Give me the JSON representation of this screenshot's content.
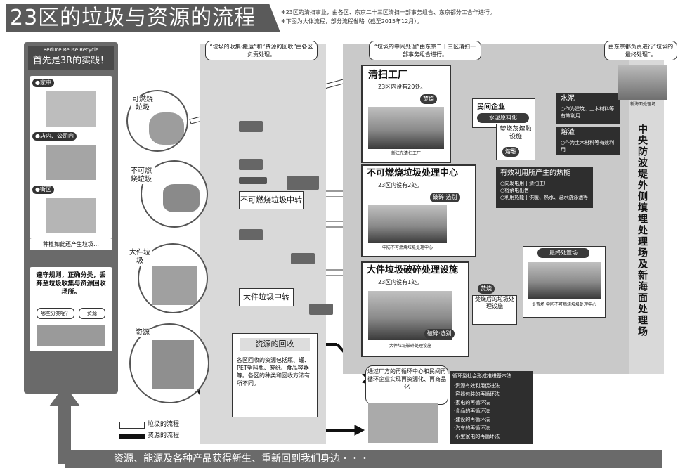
{
  "header": {
    "title": "23区的垃圾与资源的流程",
    "notes": [
      "※23区的清扫事业，由各区、东京二十三区清扫一部事务组合、东京都分工合作进行。",
      "※下图为大体流程，部分流程省略（截至2015年12月）。"
    ]
  },
  "callouts": {
    "collect": "“垃圾的收集·搬运”和“资源的回收”由各区负责处理。",
    "intermediate": "“垃圾的中间处理”由东京二十三区清扫一部事务组合进行。",
    "landfill": "由东京都负责进行“垃圾的最终处理”。"
  },
  "left_column": {
    "header_small": "Reduce Reuse Recycle",
    "header_big": "首先是3R的实践！",
    "tags": [
      "●家中",
      "●店内、公司内",
      "●街区"
    ],
    "question": "种植如此还产生垃圾…",
    "rules": "遵守规则，正确分类，丢弃至垃圾收集与资源回收场所。",
    "bubble_left": "哪些分类呢？",
    "bubble_right": "资源"
  },
  "sources": {
    "burnable": "可燃烧垃圾",
    "nonburnable": "不可燃烧垃圾",
    "bulky": "大件垃圾",
    "resource": "资源"
  },
  "relays": {
    "nonburnable": "不可燃烧垃圾中转",
    "bulky": "大件垃圾中转",
    "resource_title": "资源的回收",
    "resource_text": "各区回收的资源包括瓶、罐、PET塑料瓶、废纸、食品容器等。各区的种类和回收方法有所不同。"
  },
  "facilities": {
    "incinerator": {
      "title": "清扫工厂",
      "sub": "23区内设有20处。",
      "caption": "新江东清扫工厂",
      "pill": "焚烧"
    },
    "nonburn_center": {
      "title": "不可燃烧垃圾处理中心",
      "sub": "23区内设有2处。",
      "caption": "中防不可燃烧垃圾处理中心",
      "pill": "破碎·选别"
    },
    "bulky_center": {
      "title": "大件垃圾破碎处理设施",
      "sub": "23区内设有1处。",
      "caption": "大件垃圾破碎处理设施",
      "pill": "破碎·选别"
    }
  },
  "processing": {
    "private": "民间企业",
    "cement_pill": "水泥原料化",
    "cement_title": "水泥",
    "cement_text": "○作为建筑、土木材料等有效利用",
    "melt_title": "焚烧灰熔融设施",
    "melt_pill": "熔融",
    "slag_title": "熔渣",
    "slag_text": "○作为土木材料等有效利用",
    "heat_title": "有效利用所产生的热能",
    "heat_lines": [
      "○向发电用于清扫工厂",
      "○将余电出售",
      "○利用热能于供暖、热水、温水游泳池等"
    ],
    "landfill_site": "新海面处理场",
    "final_pill": "焚烧",
    "final_title": "焚烧后的垃圾处理设施",
    "final_box_title": "最终处置场",
    "final_caption": "处置场 中防不可燃烧垃圾处理中心"
  },
  "landfill_vertical": "中央防波堤外侧填埋处理场及新海面处理场",
  "recycle": {
    "bubble": "通过厂方的再循环中心和民间再循环企业实现再资源化、再商品化",
    "box_title": "循环型社会形成推进基本法",
    "box_lines": [
      "·资源有效利用促进法",
      "·容器包装的再循环法",
      "·家电的再循环法",
      "·食品的再循环法",
      "·建设的再循环法",
      "·汽车的再循环法",
      "·小型家电的再循环法"
    ]
  },
  "legend": {
    "white": "垃圾的流程",
    "black": "资源的流程"
  },
  "bottom": "资源、能源及各种产品获得新生、重新回到我们身边・・・"
}
